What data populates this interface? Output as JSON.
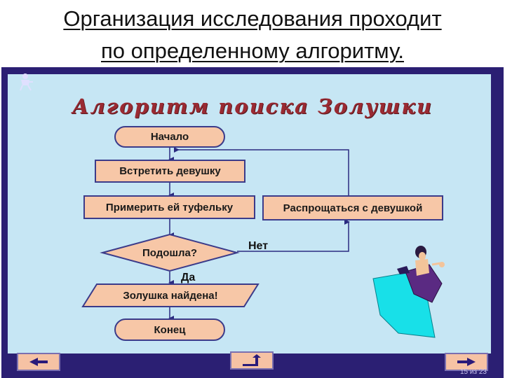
{
  "heading": {
    "line1": "Организация исследования проходит",
    "line2": "по определенному алгоритму."
  },
  "slide": {
    "title": "Алгоритм поиска Золушки",
    "counter": "15 из 23"
  },
  "flowchart": {
    "start": "Начало",
    "step1": "Встретить девушку",
    "step2": "Примерить ей туфельку",
    "alt": "Распрощаться с девушкой",
    "decision": "Подошла?",
    "no_label": "Нет",
    "yes_label": "Да",
    "output": "Золушка найдена!",
    "end": "Конец"
  },
  "colors": {
    "frame": "#2b1f73",
    "panel": "#c6e6f4",
    "block": "#f7c7a7",
    "title": "#9a2a32"
  },
  "nav": {
    "prev_icon": "left-arrow-icon",
    "return_icon": "return-arrow-icon",
    "next_icon": "right-arrow-icon"
  }
}
